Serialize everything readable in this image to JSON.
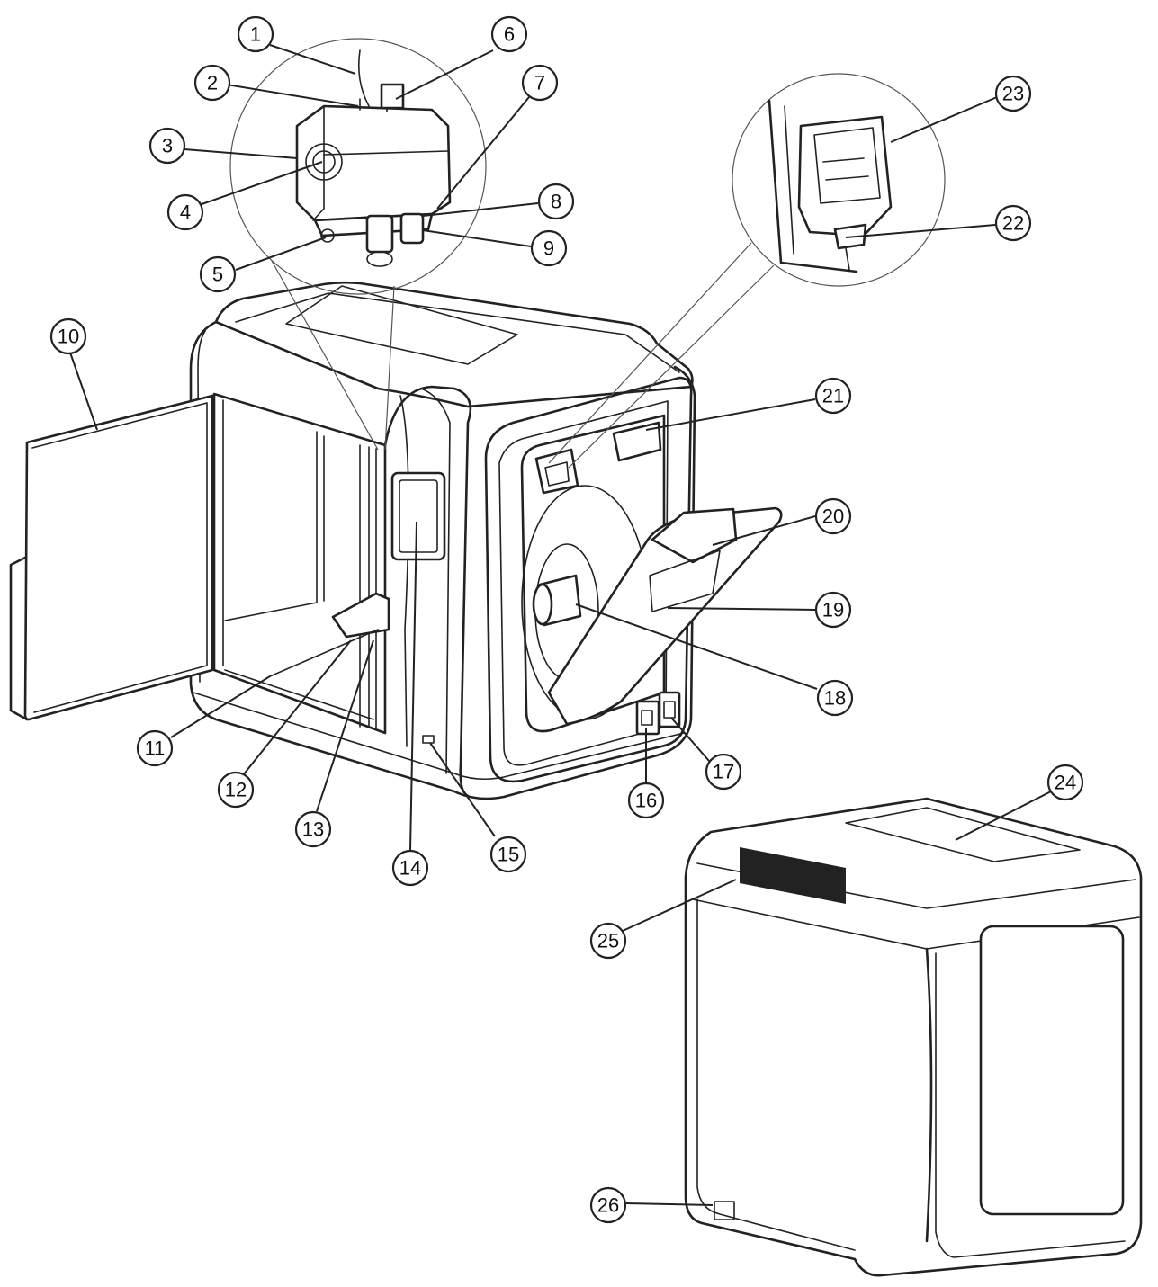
{
  "callouts": [
    {
      "id": "callout-1",
      "label": "1"
    },
    {
      "id": "callout-2",
      "label": "2"
    },
    {
      "id": "callout-3",
      "label": "3"
    },
    {
      "id": "callout-4",
      "label": "4"
    },
    {
      "id": "callout-5",
      "label": "5"
    },
    {
      "id": "callout-6",
      "label": "6"
    },
    {
      "id": "callout-7",
      "label": "7"
    },
    {
      "id": "callout-8",
      "label": "8"
    },
    {
      "id": "callout-9",
      "label": "9"
    },
    {
      "id": "callout-10",
      "label": "10"
    },
    {
      "id": "callout-11",
      "label": "11"
    },
    {
      "id": "callout-12",
      "label": "12"
    },
    {
      "id": "callout-13",
      "label": "13"
    },
    {
      "id": "callout-14",
      "label": "14"
    },
    {
      "id": "callout-15",
      "label": "15"
    },
    {
      "id": "callout-16",
      "label": "16"
    },
    {
      "id": "callout-17",
      "label": "17"
    },
    {
      "id": "callout-18",
      "label": "18"
    },
    {
      "id": "callout-19",
      "label": "19"
    },
    {
      "id": "callout-20",
      "label": "20"
    },
    {
      "id": "callout-21",
      "label": "21"
    },
    {
      "id": "callout-22",
      "label": "22"
    },
    {
      "id": "callout-23",
      "label": "23"
    },
    {
      "id": "callout-24",
      "label": "24"
    },
    {
      "id": "callout-25",
      "label": "25"
    },
    {
      "id": "callout-26",
      "label": "26"
    }
  ]
}
